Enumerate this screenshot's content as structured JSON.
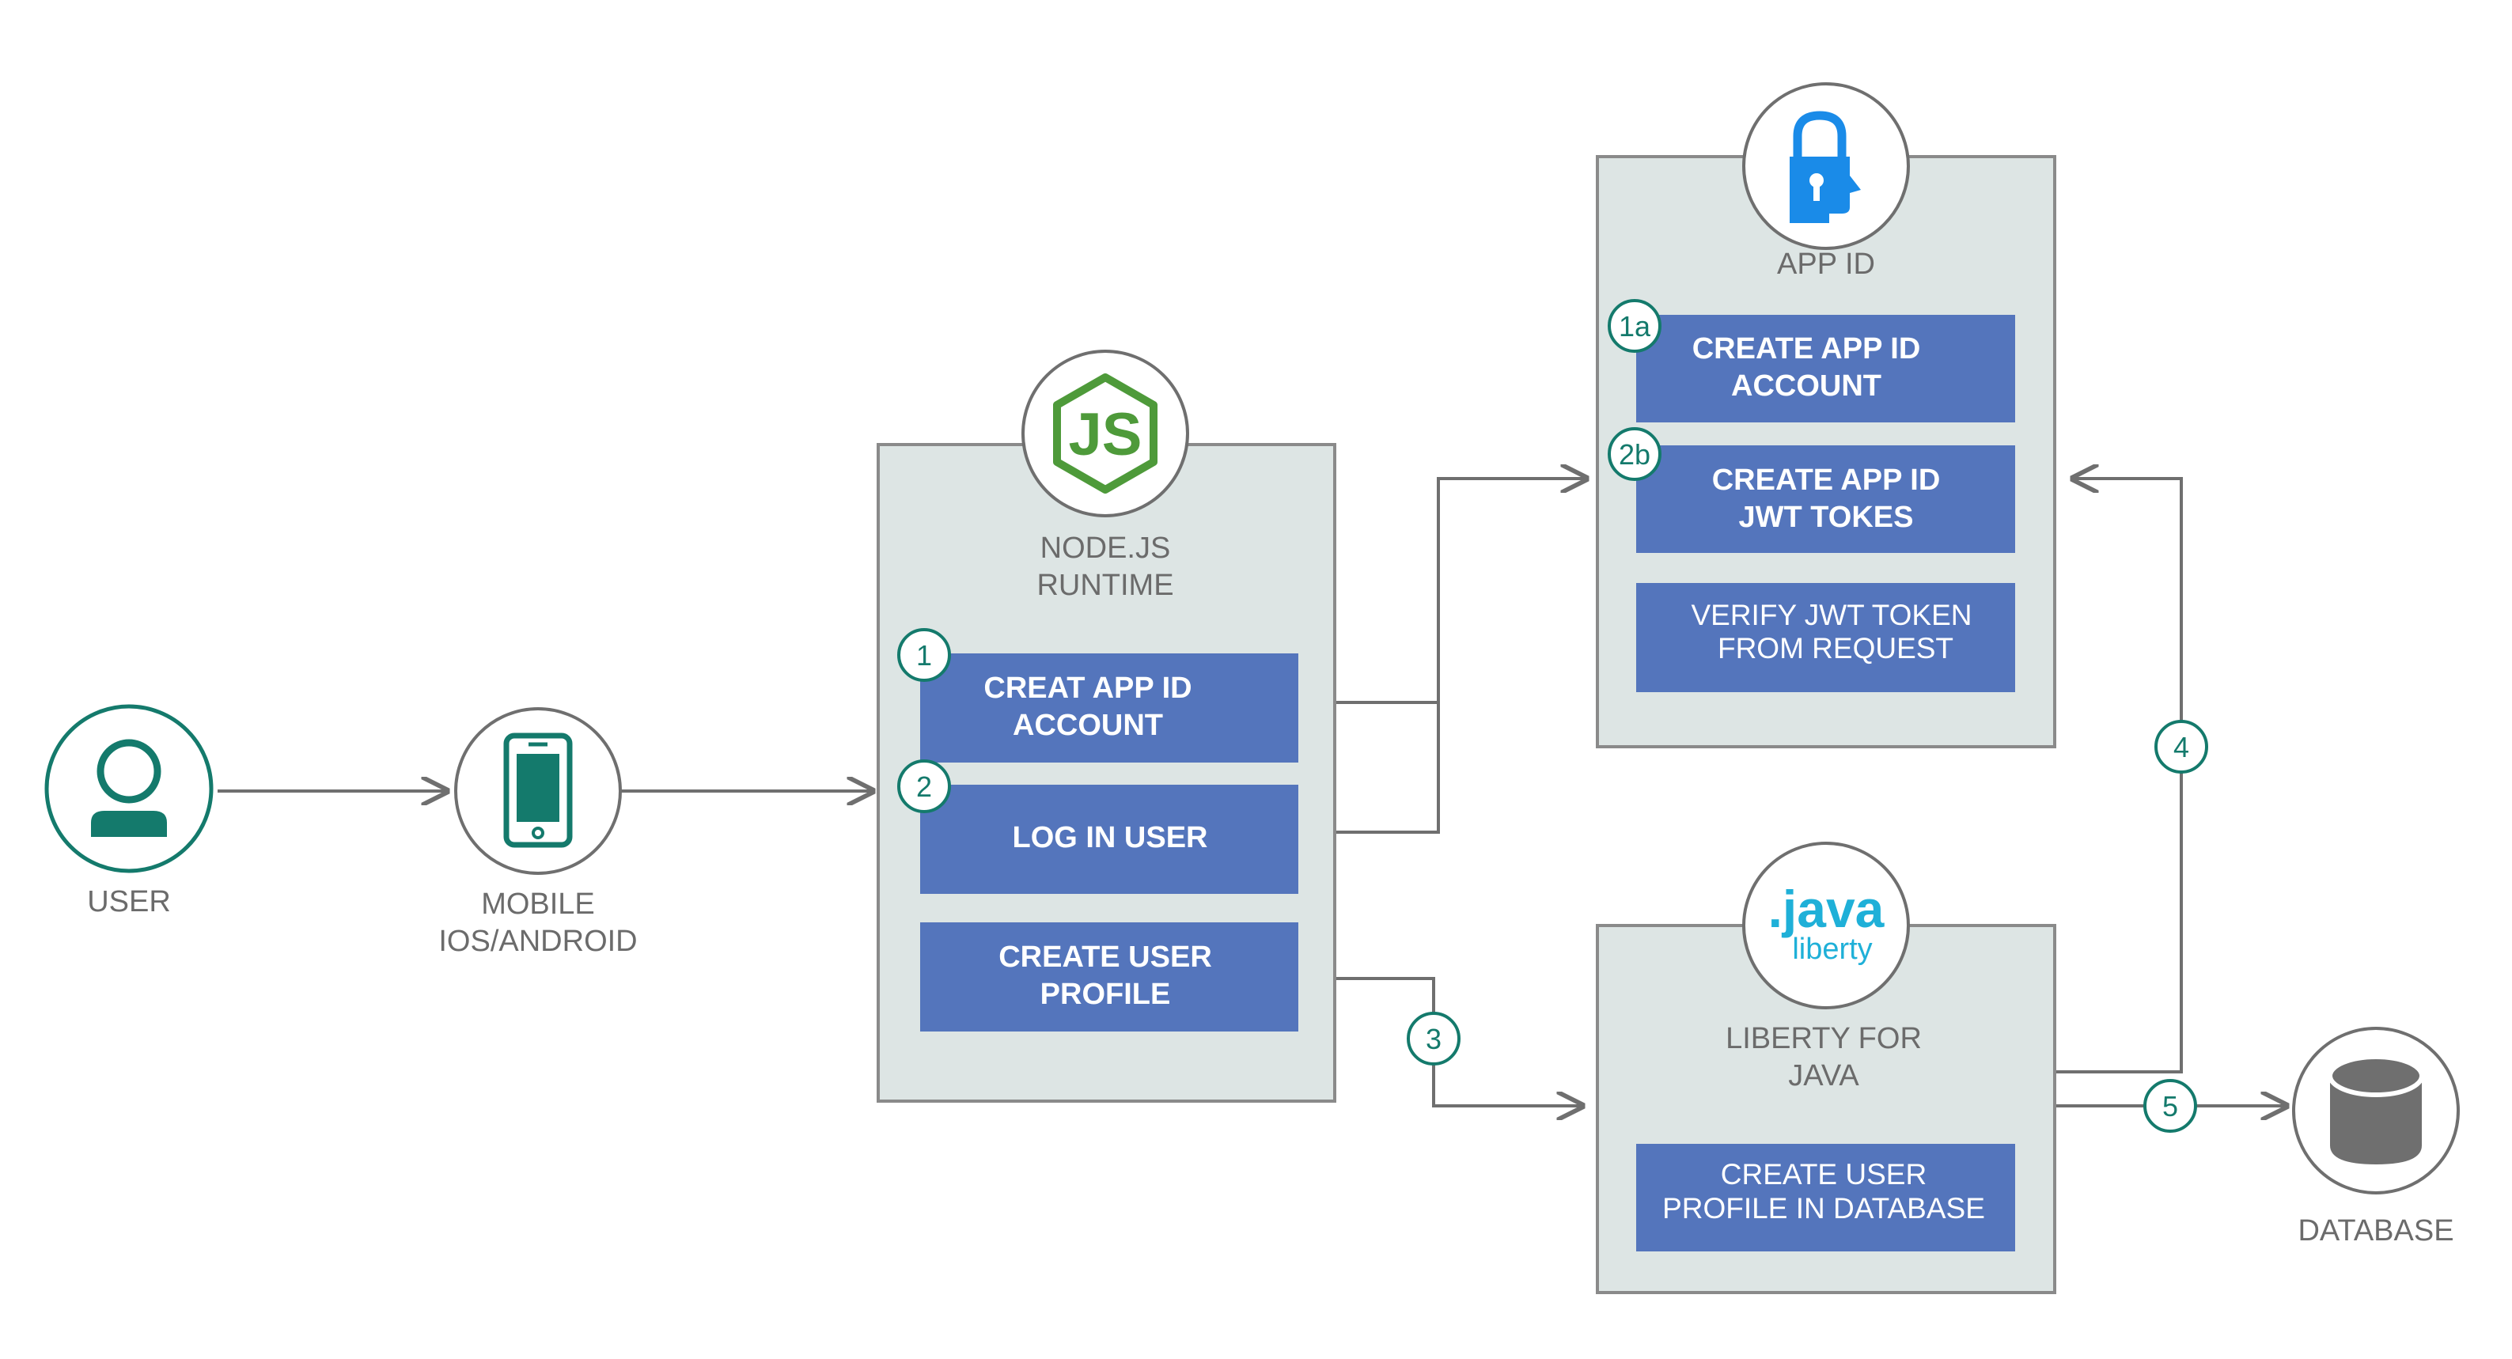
{
  "colors": {
    "panel": "#dde5e4",
    "panel_border": "#8a8a8a",
    "box": "#5475bc",
    "teal": "#147a6c",
    "node_green": "#4e9a3a",
    "appid_blue": "#1a8be8",
    "java_cyan": "#1fb0d8",
    "db_gray": "#6f6f6f",
    "line": "#6f6f6f"
  },
  "icons": {
    "user": "user-icon",
    "mobile": "mobile-phone-icon",
    "nodejs": "nodejs-logo-icon",
    "appid": "lock-head-icon",
    "java": "java-liberty-logo",
    "database": "database-cylinder-icon"
  },
  "user": {
    "label": "USER"
  },
  "mobile": {
    "label_line1": "MOBILE",
    "label_line2": "IOS/ANDROID"
  },
  "nodejs": {
    "title_line1": "NODE.JS",
    "title_line2": "RUNTIME",
    "logo_text": "JS",
    "boxes": [
      {
        "line1": "CREAT APP ID",
        "line2": "ACCOUNT",
        "step": "1"
      },
      {
        "line1": "LOG IN USER",
        "step": "2"
      },
      {
        "line1": "CREATE USER",
        "line2": "PROFILE"
      }
    ]
  },
  "appid": {
    "title": "APP ID",
    "boxes": [
      {
        "line1": "CREATE APP ID",
        "line2": "ACCOUNT",
        "step": "1a"
      },
      {
        "line1": "CREATE APP ID",
        "line2": "JWT TOKES",
        "step": "2b"
      },
      {
        "line1": "VERIFY JWT TOKEN",
        "line2": "FROM REQUEST"
      }
    ]
  },
  "liberty": {
    "title_line1": "LIBERTY FOR",
    "title_line2": "JAVA",
    "logo_line1": ".java",
    "logo_line2": "liberty",
    "box": {
      "line1": "CREATE USER",
      "line2": "PROFILE IN DATABASE"
    }
  },
  "database": {
    "label": "DATABASE"
  },
  "steps": {
    "s3": "3",
    "s4": "4",
    "s5": "5"
  }
}
